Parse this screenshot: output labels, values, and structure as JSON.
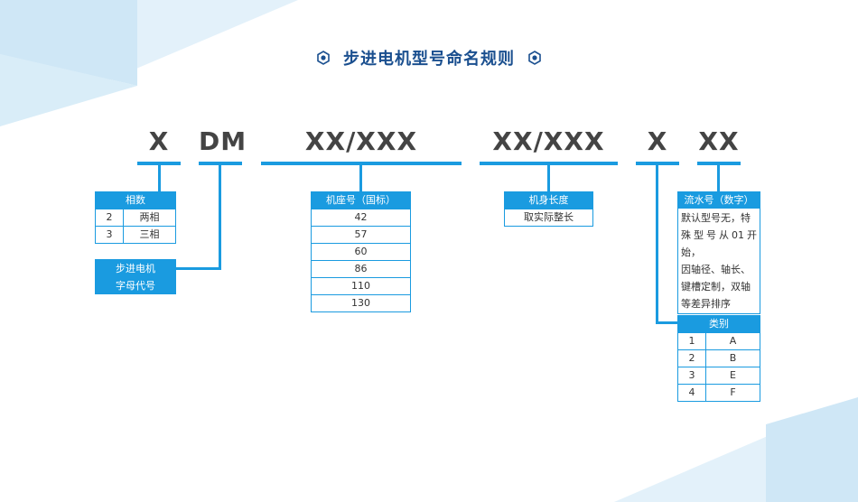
{
  "title": "步进电机型号命名规则",
  "colors": {
    "accent": "#1a9be0",
    "title": "#1a4f8f",
    "code": "#444444"
  },
  "codes": [
    "X",
    "DM",
    "XX/XXX",
    "XX/XXX",
    "X",
    "XX"
  ],
  "phase": {
    "header": "相数",
    "rows": [
      {
        "num": "2",
        "label": "两相"
      },
      {
        "num": "3",
        "label": "三相"
      }
    ]
  },
  "series_code": {
    "line1": "步进电机",
    "line2": "字母代号"
  },
  "frame": {
    "header": "机座号（国标）",
    "values": [
      "42",
      "57",
      "60",
      "86",
      "110",
      "130"
    ]
  },
  "length": {
    "header": "机身长度",
    "value": "取实际整长"
  },
  "serial": {
    "header": "流水号（数字）",
    "lines": [
      "默认型号无，特",
      "殊型号从01开始，",
      "因轴径、轴长、",
      "键槽定制，双轴",
      "等差异排序"
    ]
  },
  "category": {
    "header": "类别",
    "rows": [
      {
        "num": "1",
        "label": "A"
      },
      {
        "num": "2",
        "label": "B"
      },
      {
        "num": "3",
        "label": "E"
      },
      {
        "num": "4",
        "label": "F"
      }
    ]
  }
}
